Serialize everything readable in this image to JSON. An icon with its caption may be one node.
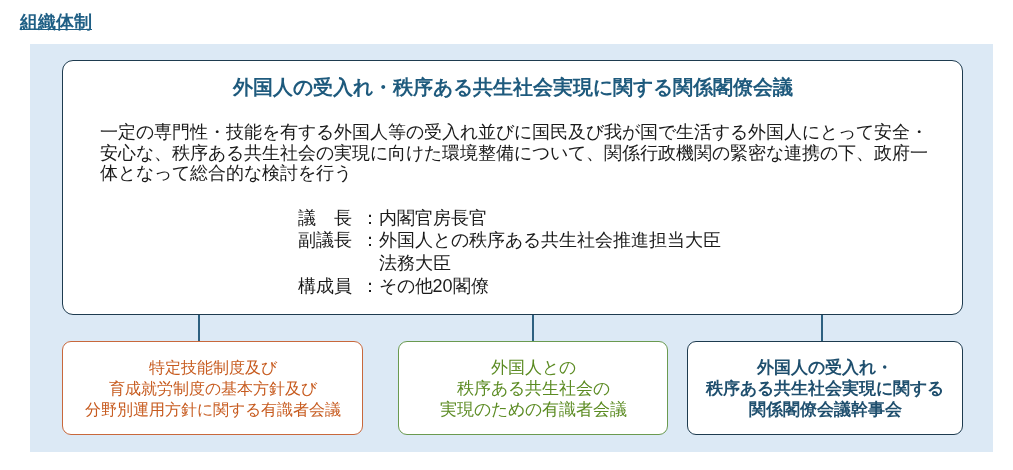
{
  "diagram": {
    "title": "組織体制",
    "nodes": [
      {
        "text": [
          "外国人の受入れ・秩序ある共生社会実現に関する関係閣僚会議",
          "一定の専門性・技能を有する外国人等の受入れ並びに国民及び我が国で生活する外国人にとって安全・安心な、秩序ある共生社会の実現に向けた環境整備について、関係行政機関の緊密な連携の下、政府一体となって総合的な検討を行う",
          "議　長",
          "：内閣官房長官",
          "副議長",
          "：外国人との秩序ある共生社会推進担当大臣",
          "法務大臣",
          "構成員",
          "：その他20閣僚"
        ]
      },
      {
        "text": [
          "特定技能制度及び育成就労制度の基本方針及び分野別運用方針に関する有識者会議"
        ]
      },
      {
        "text": [
          "外国人との秩序ある共生社会の実現のための有識者会議"
        ]
      },
      {
        "text": [
          "外国人の受入れ・秩序ある共生社会実現に関する関係閣僚会議幹事会"
        ]
      }
    ],
    "edges": [
      {
        "from": 0,
        "to": 1,
        "arrow": "none"
      },
      {
        "from": 0,
        "to": 2,
        "arrow": "none"
      },
      {
        "from": 0,
        "to": 3,
        "arrow": "none"
      }
    ]
  }
}
